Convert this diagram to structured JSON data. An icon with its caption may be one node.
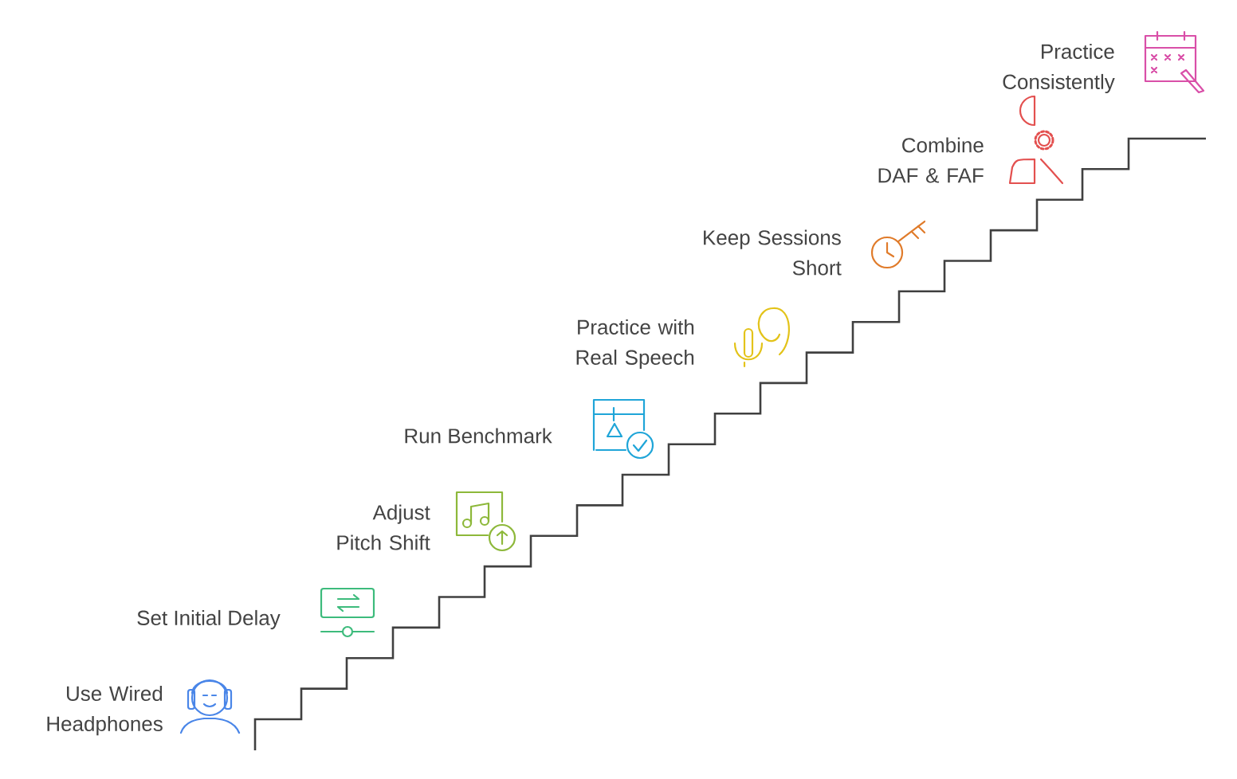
{
  "diagram": {
    "labels": [
      "Practice Consistently",
      "Combine DAF & FAF",
      "Keep Sessions Short",
      "Practice with Real Speech",
      "Run Benchmark",
      "Adjust Pitch Shift",
      "Set Initial Delay",
      "Use Wired Headphones"
    ]
  }
}
